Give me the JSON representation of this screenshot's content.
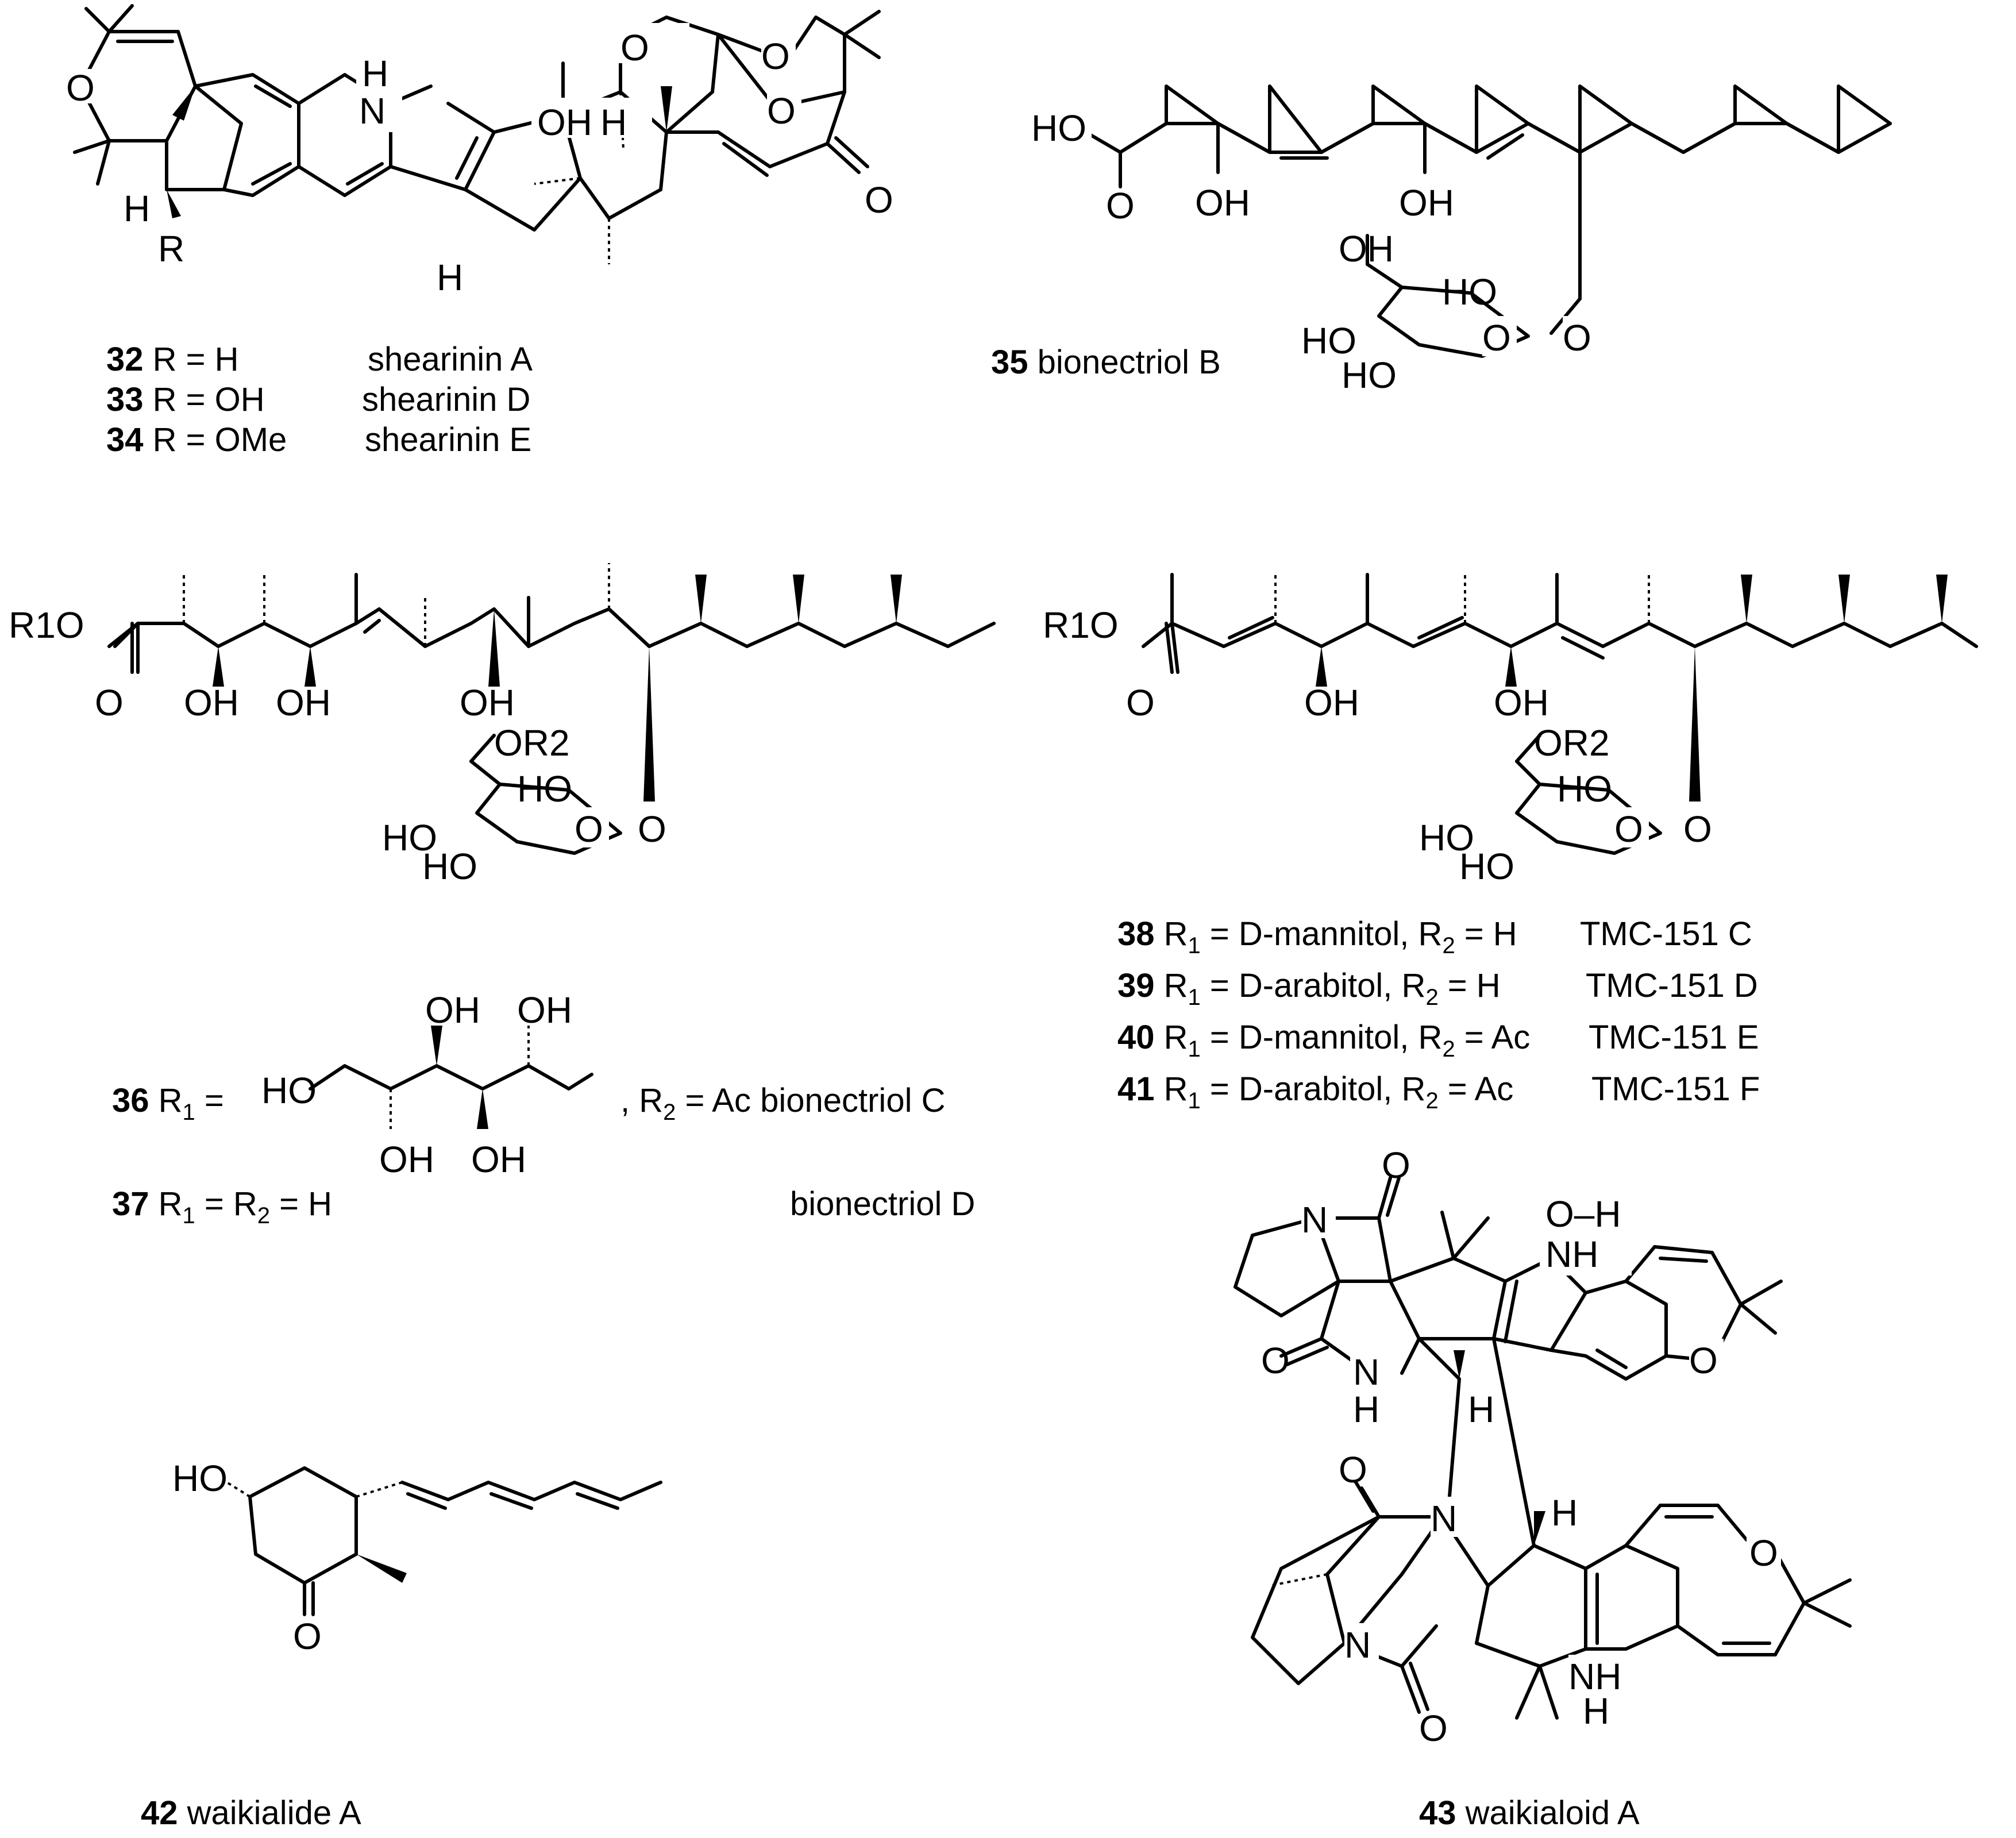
{
  "compounds": {
    "c32": {
      "num": "32",
      "rdef": "R = H",
      "name": "shearinin A"
    },
    "c33": {
      "num": "33",
      "rdef": "R = OH",
      "name": "shearinin D"
    },
    "c34": {
      "num": "34",
      "rdef": "R = OMe",
      "name": "shearinin E"
    },
    "c35": {
      "num": "35",
      "name": "bionectriol B"
    },
    "c36": {
      "num": "36",
      "r1": "R",
      "r1sub": "1",
      "eq": " = ",
      "r2": ", R",
      "r2sub": "2",
      "r2val": " = Ac",
      "name": "bionectriol C"
    },
    "c37": {
      "num": "37",
      "r1": "R",
      "r1sub": "1",
      "eq": " = R",
      "r2sub": "2",
      "r2val": " = H",
      "name": "bionectriol D"
    },
    "c38": {
      "num": "38",
      "pre": "R",
      "s1": "1",
      "mid": " = D-mannitol, R",
      "s2": "2",
      "post": " = H",
      "name": "TMC-151 C"
    },
    "c39": {
      "num": "39",
      "pre": "R",
      "s1": "1",
      "mid": " = D-arabitol, R",
      "s2": "2",
      "post": " = H",
      "name": "TMC-151 D"
    },
    "c40": {
      "num": "40",
      "pre": "R",
      "s1": "1",
      "mid": " = D-mannitol, R",
      "s2": "2",
      "post": " = Ac",
      "name": "TMC-151 E"
    },
    "c41": {
      "num": "41",
      "pre": "R",
      "s1": "1",
      "mid": " = D-arabitol, R",
      "s2": "2",
      "post": " = Ac",
      "name": "TMC-151 F"
    },
    "c42": {
      "num": "42",
      "name": "waikialide A"
    },
    "c43": {
      "num": "43",
      "name": "waikialoid A"
    }
  },
  "atoms": {
    "O": "O",
    "N": "N",
    "H": "H",
    "NH": "NH",
    "HO": "HO",
    "OH": "OH",
    "R": "R",
    "R1O": "R1O",
    "OR2": "OR2",
    "OH_oxime": "O–H"
  }
}
